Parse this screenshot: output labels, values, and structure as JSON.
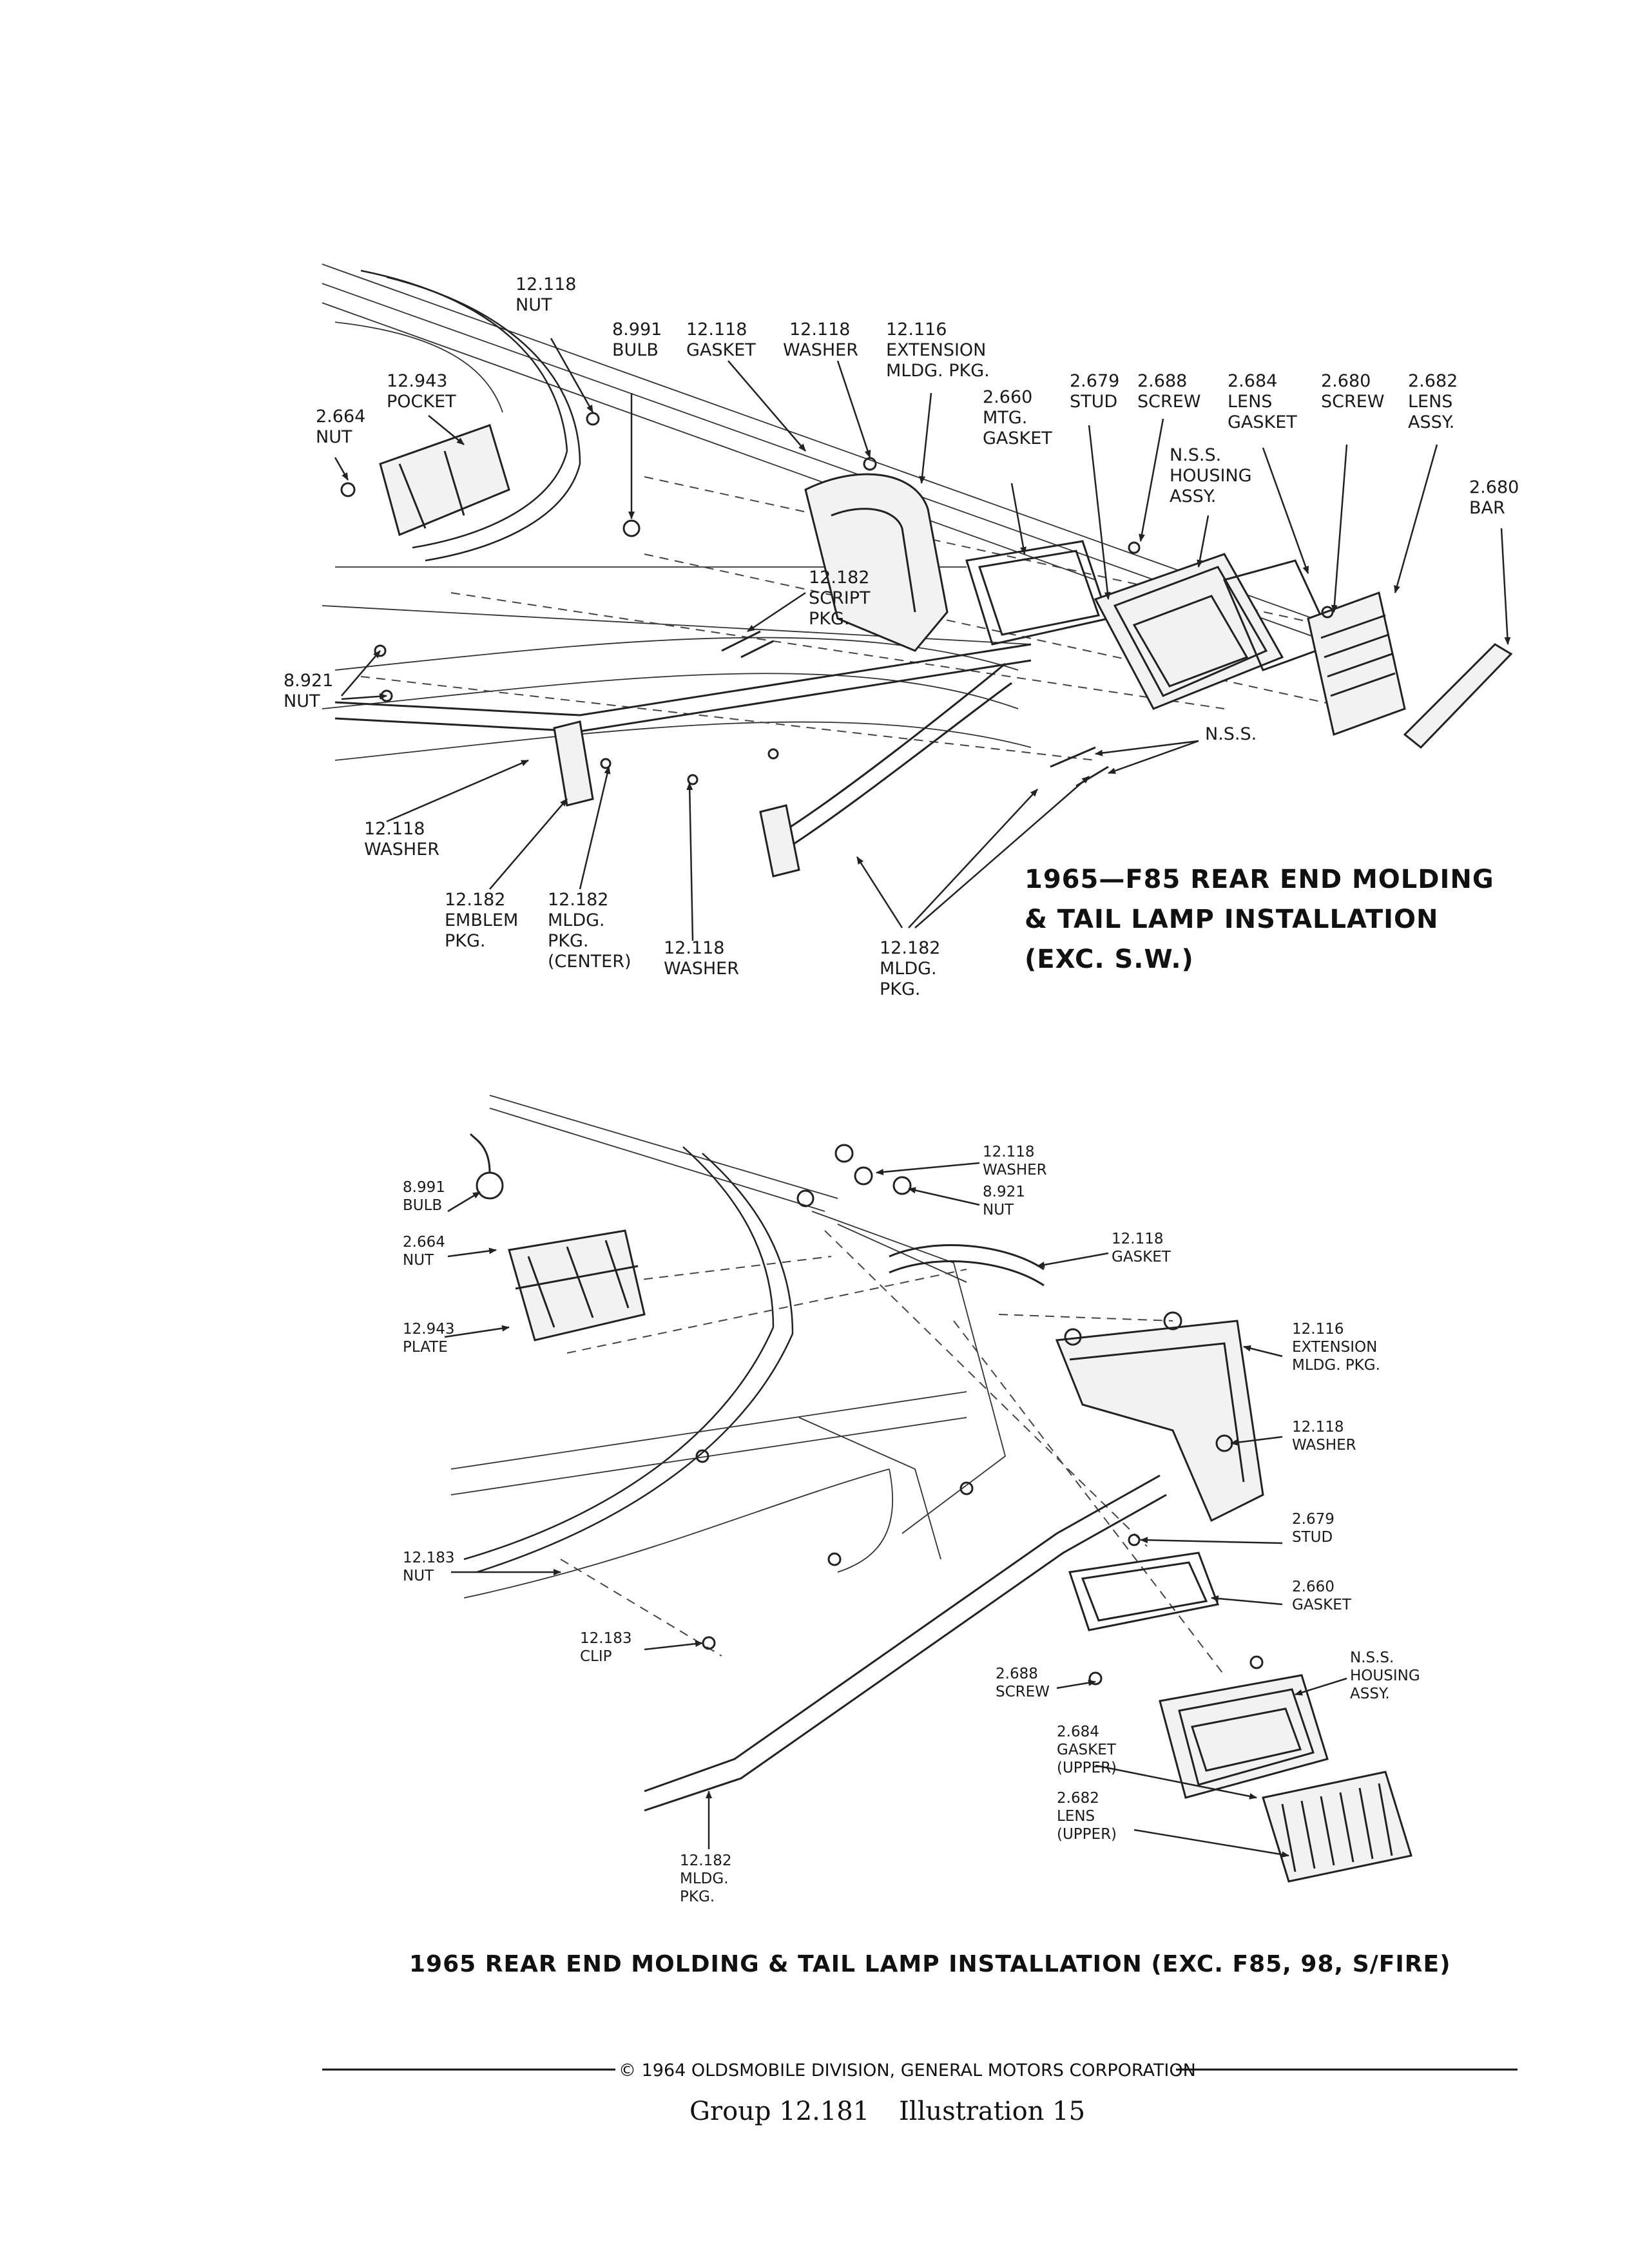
{
  "diagram_top": {
    "title_line1": "1965—F85 REAR END MOLDING",
    "title_line2": "& TAIL LAMP INSTALLATION",
    "title_line3": "(EXC. S.W.)",
    "labels": {
      "nut_12118": [
        "12.118",
        "NUT"
      ],
      "bulb_8991": [
        "8.991",
        "BULB"
      ],
      "gasket_12118": [
        "12.118",
        "GASKET"
      ],
      "washer_12118_a": [
        "12.118",
        "WASHER"
      ],
      "extension_12116": [
        "12.116",
        "EXTENSION",
        "MLDG. PKG."
      ],
      "pocket_12943": [
        "12.943",
        "POCKET"
      ],
      "nut_2664": [
        "2.664",
        "NUT"
      ],
      "mtg_gasket_2660": [
        "2.660",
        "MTG.",
        "GASKET"
      ],
      "stud_2679": [
        "2.679",
        "STUD"
      ],
      "screw_2688": [
        "2.688",
        "SCREW"
      ],
      "lens_gasket_2684": [
        "2.684",
        "LENS",
        "GASKET"
      ],
      "screw_2680": [
        "2.680",
        "SCREW"
      ],
      "lens_assy_2682": [
        "2.682",
        "LENS",
        "ASSY."
      ],
      "bar_2680": [
        "2.680",
        "BAR"
      ],
      "housing_nss": [
        "N.S.S.",
        "HOUSING",
        "ASSY."
      ],
      "script_12182": [
        "12.182",
        "SCRIPT",
        "PKG."
      ],
      "nut_8921": [
        "8.921",
        "NUT"
      ],
      "nss": [
        "N.S.S."
      ],
      "washer_12118_b": [
        "12.118",
        "WASHER"
      ],
      "emblem_12182": [
        "12.182",
        "EMBLEM",
        "PKG."
      ],
      "mldg_center_12182": [
        "12.182",
        "MLDG.",
        "PKG.",
        "(CENTER)"
      ],
      "washer_12118_c": [
        "12.118",
        "WASHER"
      ],
      "mldg_12182": [
        "12.182",
        "MLDG.",
        "PKG."
      ]
    }
  },
  "diagram_bottom": {
    "title": "1965  REAR END MOLDING & TAIL LAMP INSTALLATION  (EXC. F85, 98, S/FIRE)",
    "labels": {
      "washer_12118_a": [
        "12.118",
        "WASHER"
      ],
      "nut_8921": [
        "8.921",
        "NUT"
      ],
      "bulb_8991": [
        "8.991",
        "BULB"
      ],
      "nut_2664": [
        "2.664",
        "NUT"
      ],
      "gasket_12118": [
        "12.118",
        "GASKET"
      ],
      "plate_12943": [
        "12.943",
        "PLATE"
      ],
      "extension_12116": [
        "12.116",
        "EXTENSION",
        "MLDG. PKG."
      ],
      "washer_12118_b": [
        "12.118",
        "WASHER"
      ],
      "stud_2679": [
        "2.679",
        "STUD"
      ],
      "nut_12183": [
        "12.183",
        "NUT"
      ],
      "gasket_2660": [
        "2.660",
        "GASKET"
      ],
      "clip_12183": [
        "12.183",
        "CLIP"
      ],
      "screw_2688": [
        "2.688",
        "SCREW"
      ],
      "housing_nss": [
        "N.S.S.",
        "HOUSING",
        "ASSY."
      ],
      "gasket_upper_2684": [
        "2.684",
        "GASKET",
        "(UPPER)"
      ],
      "lens_upper_2682": [
        "2.682",
        "LENS",
        "(UPPER)"
      ],
      "mldg_12182": [
        "12.182",
        "MLDG.",
        "PKG."
      ]
    }
  },
  "footer": {
    "copyright": "© 1964 OLDSMOBILE DIVISION, GENERAL MOTORS CORPORATION",
    "group": "Group 12.181",
    "illustration": "Illustration 15"
  }
}
